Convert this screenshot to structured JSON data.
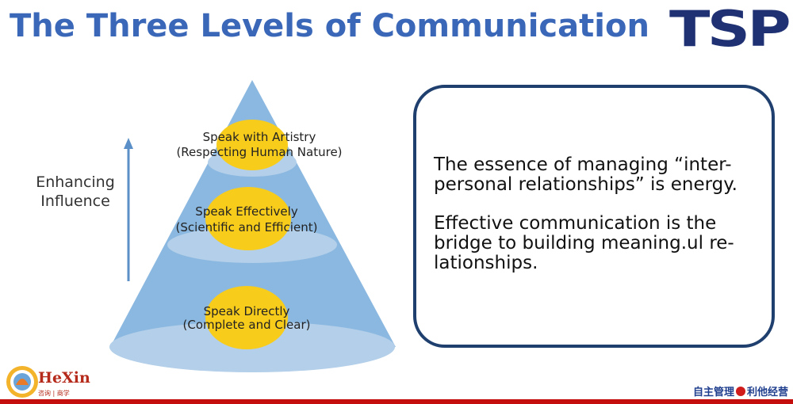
{
  "title": "The Three Levels of Communication",
  "logo_text": "TSP",
  "side_label": {
    "line1": "Enhancing",
    "line2": "Influence"
  },
  "levels": [
    {
      "name": "Speak with Artistry",
      "detail": "(Respecting Human Nature)"
    },
    {
      "name": "Speak Effectively",
      "detail": "(Scientific and Efficient)"
    },
    {
      "name": "Speak Directly",
      "detail": "(Complete and Clear)"
    }
  ],
  "info": {
    "line1": "The essence of managing “inter-",
    "line2": "personal relationships” is energy.",
    "line3": "Effective communication is the",
    "line4": "bridge to building meaning.ul re-",
    "line5": "lationships."
  },
  "footer": {
    "brand": "HeXin",
    "brand_sub": "咨询 | 商学",
    "slogan_left": "自主管理",
    "slogan_right": "利他经营"
  },
  "colors": {
    "title": "#3a67b8",
    "cone": "#8bb8e0",
    "ellipse": "#b3cfe9",
    "bubble": "#f8cc1b",
    "box_border": "#1f3f6e",
    "logo": "#1f3173",
    "bottom_bar": "#c40e0e"
  }
}
